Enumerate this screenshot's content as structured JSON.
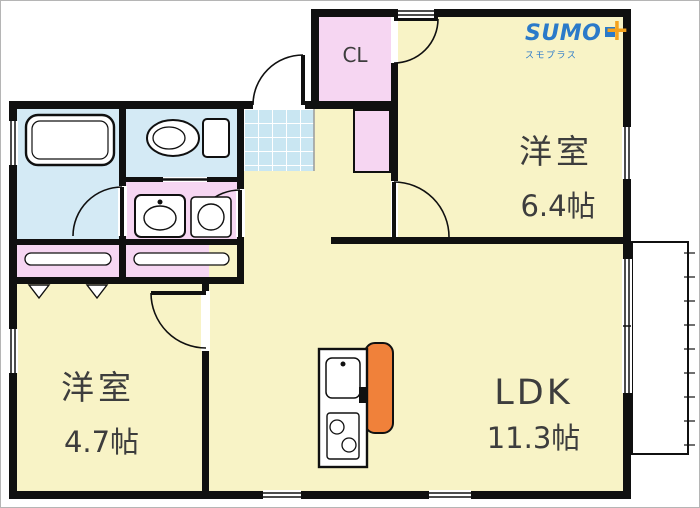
{
  "logo": {
    "brand": "SUMO",
    "plus": "+",
    "subtitle": "スモプラス"
  },
  "rooms": {
    "closet": {
      "label": "CL"
    },
    "bedroom_top": {
      "label": "洋室",
      "size": "6.4帖"
    },
    "bedroom_left": {
      "label": "洋室",
      "size": "4.7帖"
    },
    "ldk": {
      "label": "LDK",
      "size": "11.3帖"
    }
  },
  "colors": {
    "wall": "#101010",
    "room_yellow": "#f8f3c6",
    "closet_pink": "#f6d6f2",
    "bath_blue": "#d4eaf5",
    "tile_blue": "#c9e6f2",
    "counter_orange": "#f0813a",
    "logo_blue": "#2b7ac9",
    "logo_orange": "#f5a21d",
    "label_gray": "#3d3d3d"
  },
  "fixtures": [
    "bathtub-icon",
    "toilet-icon",
    "washbasin-icon",
    "washing-machine-icon",
    "kitchen-counter",
    "closet-pole",
    "door-arc",
    "window",
    "balcony-railing",
    "front-door"
  ]
}
